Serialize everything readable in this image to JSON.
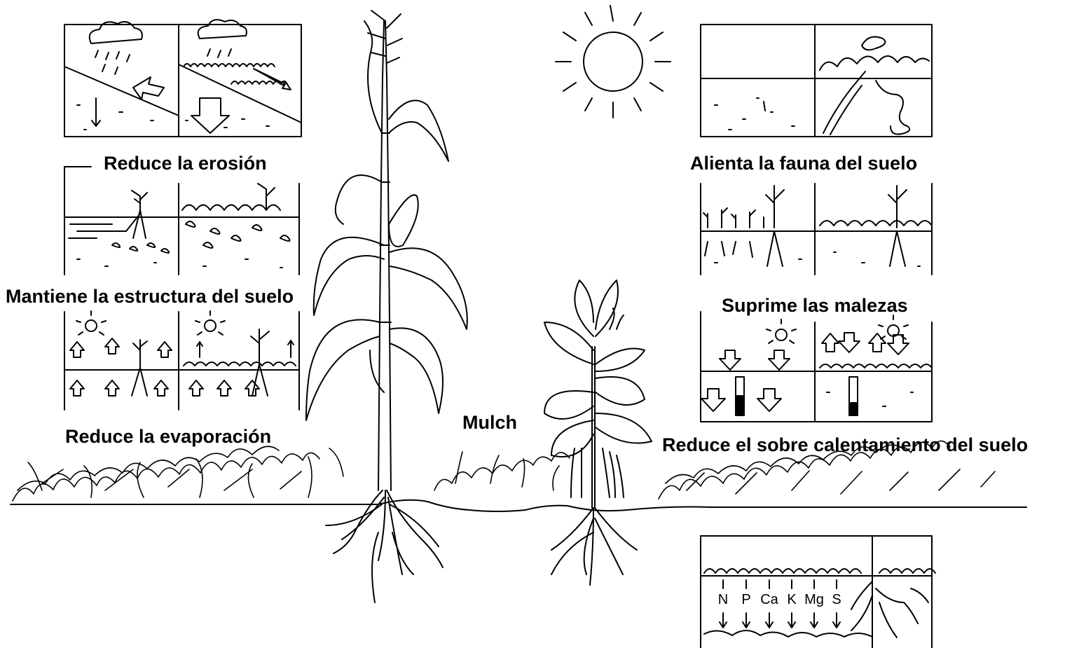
{
  "labels": {
    "reduce_erosion": "Reduce la erosión",
    "soil_structure": "Mantiene la estructura del suelo",
    "evaporation": "Reduce la evaporación",
    "mulch": "Mulch",
    "soil_fauna": "Alienta la fauna del suelo",
    "weeds": "Suprime las malezas",
    "overheating": "Reduce el sobre calentamiento del suelo"
  },
  "nutrients": [
    "N",
    "P",
    "Ca",
    "K",
    "Mg",
    "S"
  ],
  "colors": {
    "ink": "#000000",
    "background": "#ffffff"
  }
}
